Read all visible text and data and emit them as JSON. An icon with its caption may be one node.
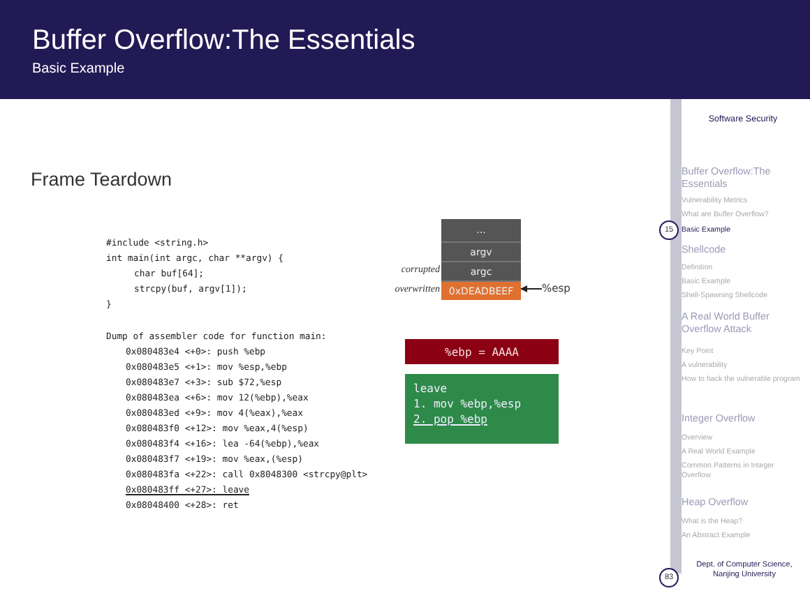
{
  "diagram": {
    "title": "Buffer Overflow:The Essentials",
    "nodes": [
      {
        "text": [
          "..."
        ]
      },
      {
        "text": [
          "argv"
        ]
      },
      {
        "text": [
          "argc"
        ],
        "beside": [
          "corrupted"
        ]
      },
      {
        "text": [
          "0xDEADBEEF"
        ],
        "beside": [
          "overwritten"
        ]
      },
      {
        "text": [
          "%esp"
        ]
      },
      {
        "text": [
          "%ebp = AAAA"
        ]
      },
      {
        "text": [
          "leave",
          "1. mov %ebp,%esp",
          "2. pop %ebp"
        ]
      }
    ],
    "edges": [
      {
        "from": 4,
        "to": 3,
        "arrow": "to"
      }
    ],
    "labels": [
      "Basic Example",
      "Frame Teardown",
      "#include <string.h>",
      "int main(int argc, char **argv) {",
      "char buf[64];",
      "strcpy(buf, argv[1]);",
      "}",
      "Dump of assembler code for function main:",
      "0x080483e4 <+0>: push %ebp",
      "0x080483e5 <+1>: mov %esp,%ebp",
      "0x080483e7 <+3>: sub $72,%esp",
      "0x080483ea <+6>: mov 12(%ebp),%eax",
      "0x080483ed <+9>: mov 4(%eax),%eax",
      "0x080483f0 <+12>: mov %eax,4(%esp)",
      "0x080483f4 <+16>: lea -64(%ebp),%eax",
      "0x080483f7 <+19>: mov %eax,(%esp)",
      "0x080483fa <+22>: call 0x8048300 <strcpy@plt>",
      "0x080483ff <+27>: leave",
      "0x08048400 <+28>: ret",
      "Software Security",
      "Buffer Overflow:The Essentials",
      "Vulnerability Metrics",
      "What are Buffer Overflow?",
      "15",
      "Basic Example",
      "Shellcode",
      "Definition",
      "Basic Example",
      "Shell-Spawning Shellcode",
      "A Real World Buffer Overflow Attack",
      "Key Point",
      "A vulnerability",
      "How to hack the vulnerable program",
      "Integer Overflow",
      "Overview",
      "A Real World Example",
      "Common Patterns in Integer Overflow",
      "Heap Overflow",
      "What is the Heap?",
      "An Abstract Example",
      "Dept. of Computer Science, Nanjing University",
      "83"
    ]
  }
}
